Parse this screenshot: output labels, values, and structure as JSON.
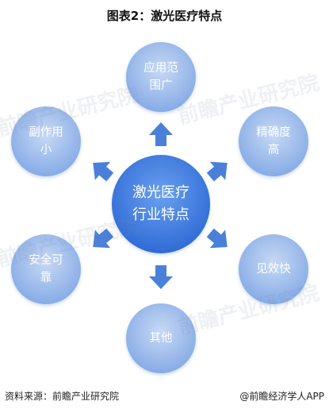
{
  "title": "图表2：激光医疗特点",
  "center": {
    "line1": "激光医疗",
    "line2": "行业特点"
  },
  "nodes": [
    {
      "id": "top",
      "line1": "应用范",
      "line2": "围广"
    },
    {
      "id": "top-right",
      "line1": "精确度",
      "line2": "高"
    },
    {
      "id": "bottom-right",
      "line1": "见效快",
      "line2": ""
    },
    {
      "id": "bottom",
      "line1": "其他",
      "line2": ""
    },
    {
      "id": "bottom-left",
      "line1": "安全可",
      "line2": "靠"
    },
    {
      "id": "top-left",
      "line1": "副作用",
      "line2": "小"
    }
  ],
  "watermarks": [
    "前瞻产业研究院",
    "前瞻产业研究院",
    "前瞻产业研究院",
    "前瞻产业研究院"
  ],
  "footer": {
    "source": "资料来源：前瞻产业研究院",
    "brand": "@前瞻经济学人APP"
  },
  "colors": {
    "outer_light": "#b9cff0",
    "outer_dark": "#7ea5e3",
    "center_light": "#5b93ea",
    "center_dark": "#2f6bd6",
    "arrow": "#4a80da"
  }
}
